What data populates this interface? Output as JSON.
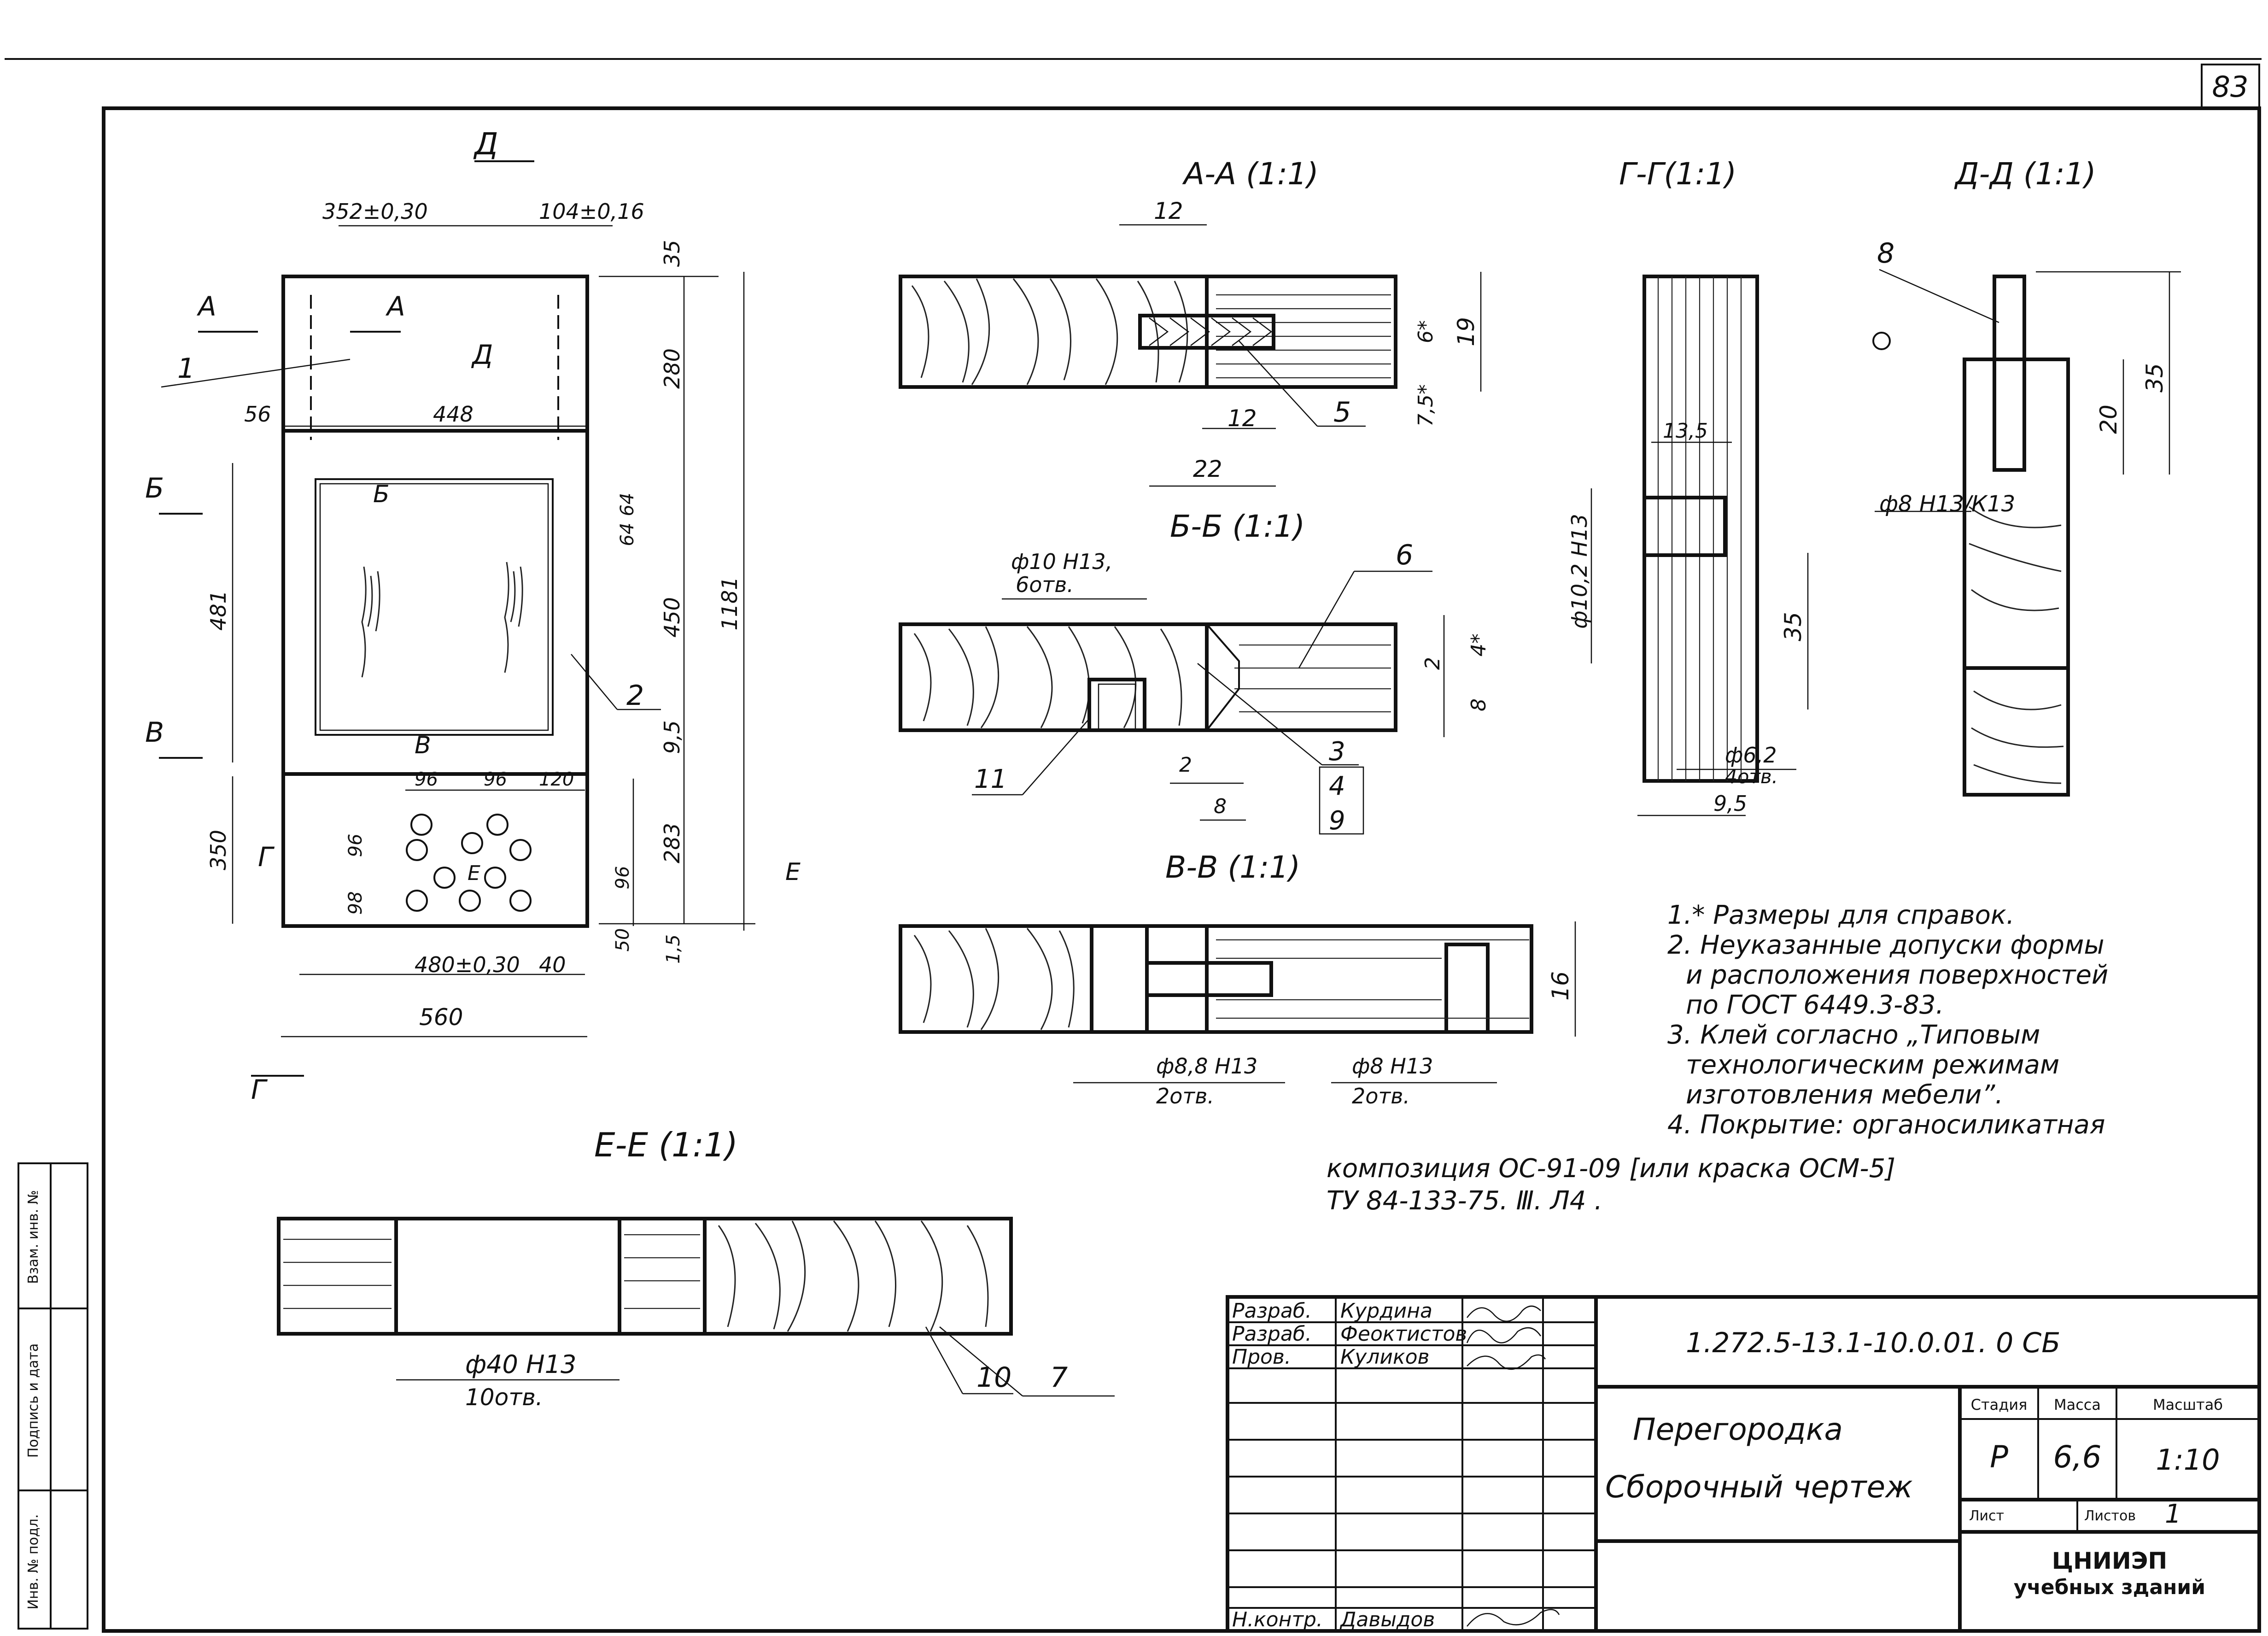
{
  "sheet_number": "83",
  "section_titles": {
    "aa": "А-А (1:1)",
    "bb": "Б-Б (1:1)",
    "vv": "В-В (1:1)",
    "gg": "Г-Г(1:1)",
    "dd": "Д-Д (1:1)",
    "ee": "Е-Е (1:1)"
  },
  "section_marks": {
    "a": "А",
    "b": "Б",
    "v": "В",
    "g": "Г",
    "d": "Д",
    "e": "Е"
  },
  "main_view": {
    "dims": {
      "top_left": "352±0,30",
      "top_right": "104±0,16",
      "d56": "56",
      "d448": "448",
      "d481": "481",
      "d350": "350",
      "d35": "35",
      "d280": "280",
      "d64a": "64",
      "d64b": "64",
      "d450": "450",
      "d9_5": "9,5",
      "d1181": "1181",
      "d283": "283",
      "d1_5": "1,5",
      "d96a": "96",
      "d96b": "96",
      "d120": "120",
      "d96c": "96",
      "d98": "98",
      "d96d": "96",
      "d50": "50",
      "d480": "480±0,30",
      "d40": "40",
      "d560": "560"
    },
    "callouts": {
      "c1": "1",
      "c2": "2"
    }
  },
  "section_aa": {
    "dims": {
      "d12top": "12",
      "d6": "6*",
      "d19": "19",
      "d7_5": "7,5*",
      "d12": "12",
      "d22": "22"
    },
    "callouts": {
      "c5": "5"
    }
  },
  "section_bb": {
    "dims": {
      "hole": "ф10 Н13,",
      "hole_qty": "6отв.",
      "d2": "2",
      "d4": "4*",
      "d8": "8",
      "d2b": "2",
      "d8b": "8"
    },
    "callouts": {
      "c6": "6",
      "c3": "3",
      "c4": "4",
      "c9": "9",
      "c11": "11"
    }
  },
  "section_vv": {
    "dims": {
      "left_hole": "ф8,8 Н13",
      "left_qty": "2отв.",
      "right_hole": "ф8 Н13",
      "right_qty": "2отв.",
      "d16": "16"
    }
  },
  "section_gg": {
    "dims": {
      "d13_5": "13,5",
      "hole": "ф10,2 Н13",
      "d35": "35",
      "d6_2": "ф6,2",
      "qty": "4отв.",
      "d9_5": "9,5"
    }
  },
  "section_dd": {
    "dims": {
      "d35": "35",
      "d20": "20",
      "fit": "ф8 Н13/К13"
    },
    "callouts": {
      "c8": "8"
    }
  },
  "section_ee": {
    "dims": {
      "hole": "ф40 Н13",
      "qty": "10отв."
    },
    "callouts": {
      "c10": "10",
      "c7": "7"
    }
  },
  "notes": [
    "1.* Размеры для справок.",
    "2. Неуказанные допуски формы",
    "и расположения поверхностей",
    "по ГОСТ 6449.3-83.",
    "3. Клей согласно „Типовым",
    "технологическим режимам",
    "изготовления мебели”.",
    "4. Покрытие: органосиликатная",
    "композиция ОС-91-09 [или краска ОСМ-5]",
    "ТУ 84-133-75. Ⅲ. Л4 ."
  ],
  "side_stamp": [
    "Взам. инв. №",
    "Подпись и дата",
    "Инв. № подл."
  ],
  "title_block": {
    "document_code": "1.272.5-13.1-10.0.01. 0 СБ",
    "name_line1": "Перегородка",
    "name_line2": "Сборочный чертеж",
    "rows": [
      {
        "role": "Разраб.",
        "name": "Курдина"
      },
      {
        "role": "Разраб.",
        "name": "Феоктистов"
      },
      {
        "role": "Пров.",
        "name": "Куликов"
      },
      {
        "role": "Н.контр.",
        "name": "Давыдов"
      }
    ],
    "stage_header": "Стадия",
    "mass_header": "Масса",
    "scale_header": "Масштаб",
    "stage": "Р",
    "mass": "6,6",
    "scale": "1:10",
    "sheet_label": "Лист",
    "sheets_label": "Листов",
    "sheets_value": "1",
    "org_line1": "ЦНИИЭП",
    "org_line2": "учебных зданий"
  }
}
